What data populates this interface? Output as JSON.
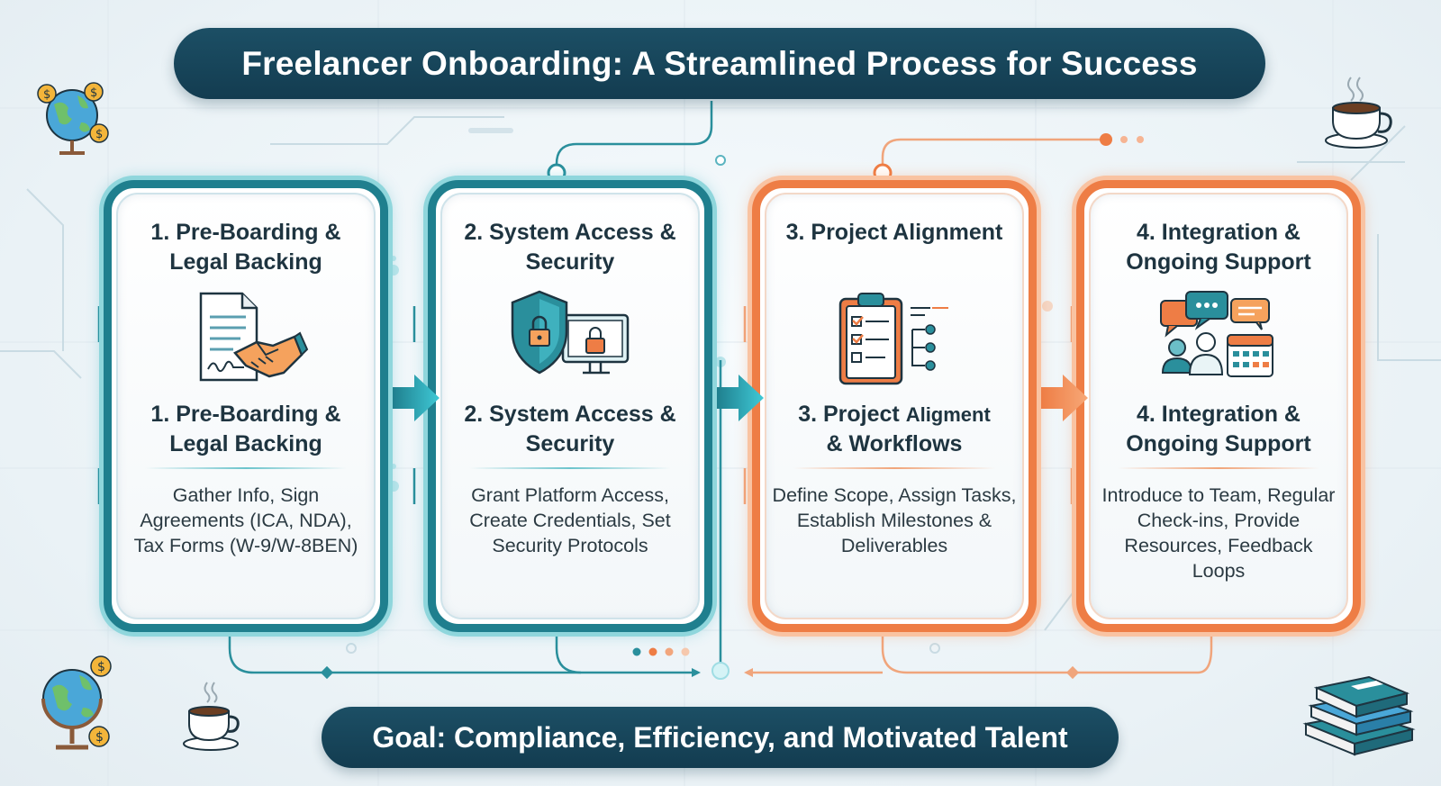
{
  "title": "Freelancer Onboarding: A Streamlined Process for Success",
  "goal": "Goal: Compliance, Efficiency, and Motivated Talent",
  "steps": [
    {
      "heading": "1. Pre-Boarding & Legal Backing",
      "subheading": "1. Pre-Boarding & Legal Backing",
      "description": "Gather Info, Sign Agreements (ICA, NDA), Tax Forms (W-9/W-8BEN)",
      "icon": "contract-handshake-icon",
      "accent": "#1f7f8e"
    },
    {
      "heading": "2. System Access & Security",
      "subheading": "2. System Access & Security",
      "description": "Grant Platform Access, Create Credentials, Set Security Protocols",
      "icon": "shield-lock-computer-icon",
      "accent": "#1f7f8e"
    },
    {
      "heading": "3. Project Alignment",
      "subheading_main": "3. Project ",
      "subheading_small": "Aligment",
      "subheading_line2": "& Workflows",
      "description": "Define Scope, Assign Tasks, Establish Milestones & Deliverables",
      "icon": "clipboard-checklist-icon",
      "accent": "#ee7d45"
    },
    {
      "heading": "4. Integration & Ongoing Support",
      "subheading": "4. Integration & Ongoing Support",
      "description": "Introduce to Team, Regular Check-ins, Provide Resources, Feedback Loops",
      "icon": "team-chat-calendar-icon",
      "accent": "#ee7d45"
    }
  ],
  "decorations": [
    "globe-coins-icon",
    "coffee-cup-icon",
    "books-stack-icon"
  ]
}
